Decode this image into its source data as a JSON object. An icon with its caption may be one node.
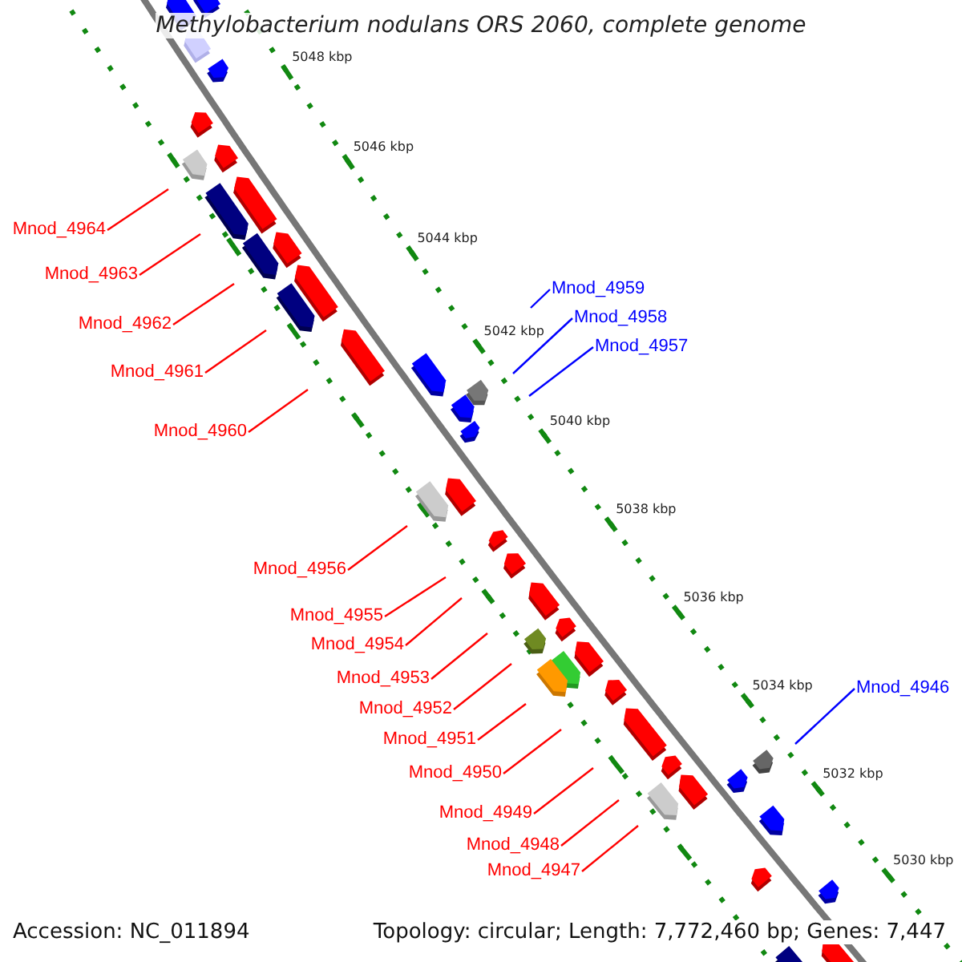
{
  "diagram": {
    "title": "Methylobacterium nodulans ORS 2060, complete genome",
    "nodes": [
      {
        "text": [
          "Mnod_4964"
        ]
      },
      {
        "text": [
          "Mnod_4963"
        ]
      },
      {
        "text": [
          "Mnod_4962"
        ]
      },
      {
        "text": [
          "Mnod_4961"
        ]
      },
      {
        "text": [
          "Mnod_4960"
        ]
      },
      {
        "text": [
          "Mnod_4959"
        ]
      },
      {
        "text": [
          "Mnod_4958"
        ]
      },
      {
        "text": [
          "Mnod_4957"
        ]
      },
      {
        "text": [
          "Mnod_4956"
        ]
      },
      {
        "text": [
          "Mnod_4955"
        ]
      },
      {
        "text": [
          "Mnod_4954"
        ]
      },
      {
        "text": [
          "Mnod_4953"
        ]
      },
      {
        "text": [
          "Mnod_4952"
        ]
      },
      {
        "text": [
          "Mnod_4951"
        ]
      },
      {
        "text": [
          "Mnod_4950"
        ]
      },
      {
        "text": [
          "Mnod_4949"
        ]
      },
      {
        "text": [
          "Mnod_4948"
        ]
      },
      {
        "text": [
          "Mnod_4947"
        ]
      },
      {
        "text": [
          "Mnod_4946"
        ]
      }
    ],
    "edges": [
      {
        "from": 0,
        "to": null,
        "arrow": "none"
      },
      {
        "from": 1,
        "to": null,
        "arrow": "none"
      },
      {
        "from": 2,
        "to": null,
        "arrow": "none"
      },
      {
        "from": 3,
        "to": null,
        "arrow": "none"
      },
      {
        "from": 4,
        "to": null,
        "arrow": "none"
      },
      {
        "from": 5,
        "to": null,
        "arrow": "none",
        "color": "#0000ff"
      },
      {
        "from": 6,
        "to": null,
        "arrow": "none",
        "color": "#0000ff"
      },
      {
        "from": 7,
        "to": null,
        "arrow": "none",
        "color": "#0000ff"
      },
      {
        "from": 8,
        "to": null,
        "arrow": "none"
      },
      {
        "from": 9,
        "to": null,
        "arrow": "none"
      },
      {
        "from": 10,
        "to": null,
        "arrow": "none"
      },
      {
        "from": 11,
        "to": null,
        "arrow": "none"
      },
      {
        "from": 12,
        "to": null,
        "arrow": "none"
      },
      {
        "from": 13,
        "to": null,
        "arrow": "none"
      },
      {
        "from": 14,
        "to": null,
        "arrow": "none"
      },
      {
        "from": 15,
        "to": null,
        "arrow": "none"
      },
      {
        "from": 16,
        "to": null,
        "arrow": "none"
      },
      {
        "from": 17,
        "to": null,
        "arrow": "none"
      },
      {
        "from": 18,
        "to": null,
        "arrow": "none",
        "color": "#0000ff"
      }
    ],
    "labels": [
      "5048 kbp",
      "5046 kbp",
      "5044 kbp",
      "5042 kbp",
      "5040 kbp",
      "5038 kbp",
      "5036 kbp",
      "5034 kbp",
      "5032 kbp",
      "5030 kbp",
      "Accession: NC_011894",
      "Topology: circular; Length: 7,772,460 bp; Genes: 7,447"
    ]
  }
}
